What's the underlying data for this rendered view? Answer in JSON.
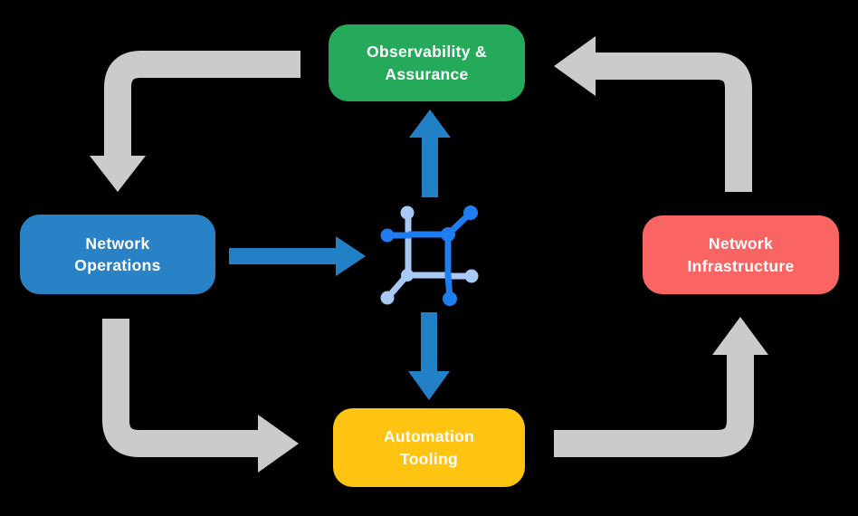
{
  "diagram": {
    "nodes": {
      "observability": {
        "label": "Observability &\nAssurance",
        "color": "#25AA5B",
        "text_color": "#FFFFFF"
      },
      "operations": {
        "label": "Network\nOperations",
        "color": "#2A82C6",
        "text_color": "#FFFFFF"
      },
      "infrastructure": {
        "label": "Network\nInfrastructure",
        "color": "#FA6462",
        "text_color": "#FFFFFF"
      },
      "automation": {
        "label": "Automation\nTooling",
        "color": "#FFC312",
        "text_color": "#FFFFFF"
      }
    },
    "colors": {
      "background": "#000000",
      "cycle_arrow": "#CBCBCB",
      "flow_arrow": "#2280C6",
      "icon_dark_blue": "#1E7DF0",
      "icon_light_blue": "#A7C9F3"
    },
    "center_icon": {
      "name": "network-nodes-icon"
    },
    "cycle_arrows": [
      {
        "from": "observability",
        "to": "operations"
      },
      {
        "from": "operations",
        "to": "automation"
      },
      {
        "from": "automation",
        "to": "infrastructure"
      },
      {
        "from": "infrastructure",
        "to": "observability"
      }
    ],
    "flow_arrows": [
      {
        "from": "operations",
        "to": "center-icon"
      },
      {
        "from": "center-icon",
        "to": "observability"
      },
      {
        "from": "center-icon",
        "to": "automation"
      }
    ]
  }
}
